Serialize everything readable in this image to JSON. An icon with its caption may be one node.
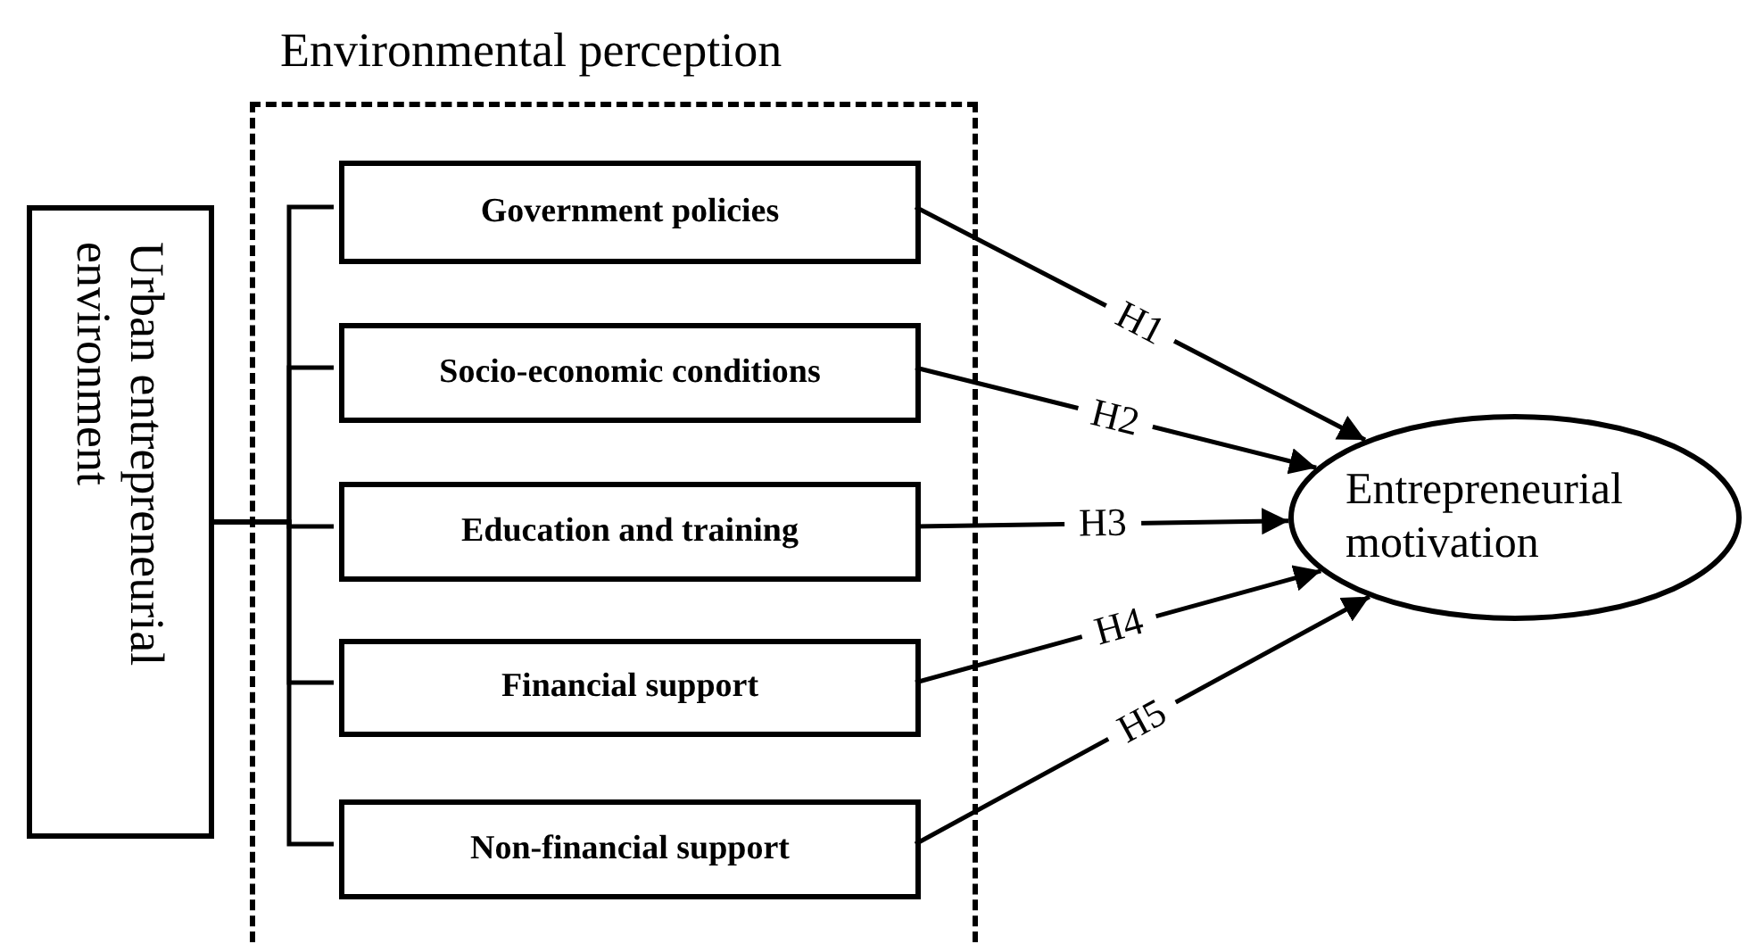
{
  "diagram": {
    "nodes": [
      {
        "text": [
          "Urban entrepreneurial environment"
        ]
      },
      {
        "text": [
          "Environmental perception"
        ]
      },
      {
        "text": [
          "Government policies"
        ],
        "in": 1
      },
      {
        "text": [
          "Socio-economic conditions"
        ],
        "in": 1
      },
      {
        "text": [
          "Education and training"
        ],
        "in": 1
      },
      {
        "text": [
          "Financial support"
        ],
        "in": 1
      },
      {
        "text": [
          "Non-financial support"
        ],
        "in": 1
      },
      {
        "text": [
          "Entrepreneurial motivation"
        ]
      }
    ],
    "edges": [
      {
        "from": 0,
        "to": 2,
        "arrow": "none"
      },
      {
        "from": 0,
        "to": 3,
        "arrow": "none"
      },
      {
        "from": 0,
        "to": 4,
        "arrow": "none"
      },
      {
        "from": 0,
        "to": 5,
        "arrow": "none"
      },
      {
        "from": 0,
        "to": 6,
        "arrow": "none"
      },
      {
        "from": 2,
        "to": 7,
        "arrow": "to",
        "label": "H1"
      },
      {
        "from": 3,
        "to": 7,
        "arrow": "to",
        "label": "H2"
      },
      {
        "from": 4,
        "to": 7,
        "arrow": "to",
        "label": "H3"
      },
      {
        "from": 5,
        "to": 7,
        "arrow": "to",
        "label": "H4"
      },
      {
        "from": 6,
        "to": 7,
        "arrow": "to",
        "label": "H5"
      }
    ]
  }
}
